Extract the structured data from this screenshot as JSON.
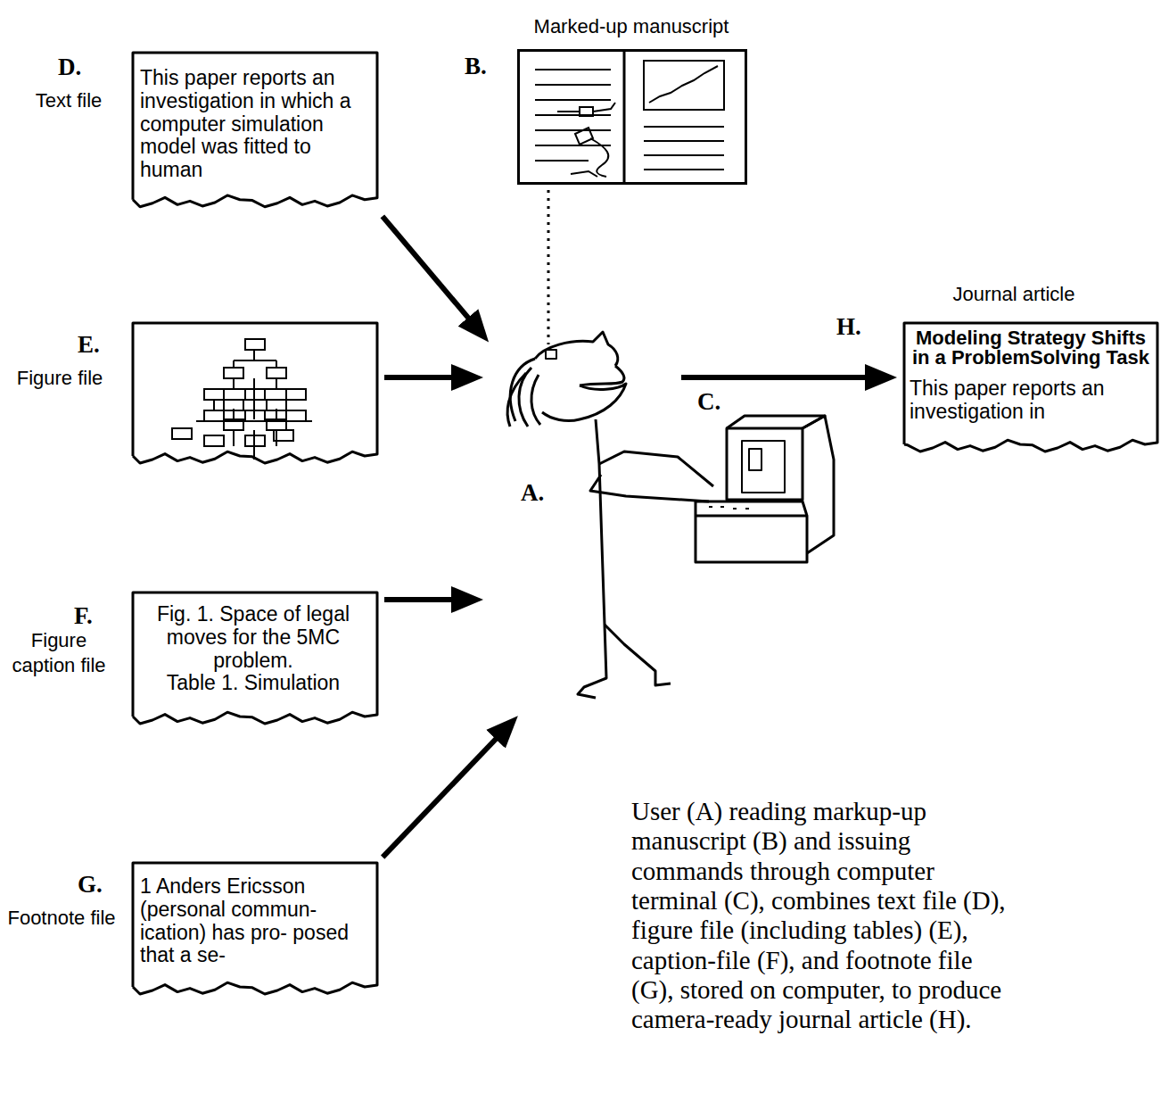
{
  "diagram": {
    "caption": "User (A) reading markup-up manuscript (B) and issuing commands through computer terminal (C), combines text file (D), figure file (including tables) (E), caption-file (F), and footnote file (G), stored on computer, to produce camera-ready journal article (H).",
    "nodes": [
      {
        "text": [
          "D.",
          "Text file",
          "This paper reports an investigation in which a computer simulation model was fitted to human"
        ]
      },
      {
        "text": [
          "Marked-up manuscript",
          "B."
        ]
      },
      {
        "text": [
          "E.",
          "Figure file"
        ]
      },
      {
        "text": [
          "A."
        ]
      },
      {
        "text": [
          "C."
        ]
      },
      {
        "text": [
          "Journal article",
          "H.",
          "Modeling Strategy Shifts in a ProblemSolving Task",
          "This paper reports an investigation in"
        ]
      },
      {
        "text": [
          "F.",
          "Figure caption file",
          "Fig. 1. Space of legal moves for the 5MC problem.",
          "Table 1. Simulation"
        ]
      },
      {
        "text": [
          "G.",
          "Footnote file",
          "1 Anders Ericsson (personal commun- ication) has pro- posed that a se-"
        ]
      }
    ],
    "edges": [
      {
        "from": 0,
        "to": 3,
        "arrow": "to"
      },
      {
        "from": 1,
        "to": 3,
        "arrow": "none"
      },
      {
        "from": 2,
        "to": 3,
        "arrow": "to"
      },
      {
        "from": 6,
        "to": 3,
        "arrow": "to"
      },
      {
        "from": 7,
        "to": 3,
        "arrow": "to"
      },
      {
        "from": 3,
        "to": 5,
        "arrow": "to"
      }
    ]
  }
}
